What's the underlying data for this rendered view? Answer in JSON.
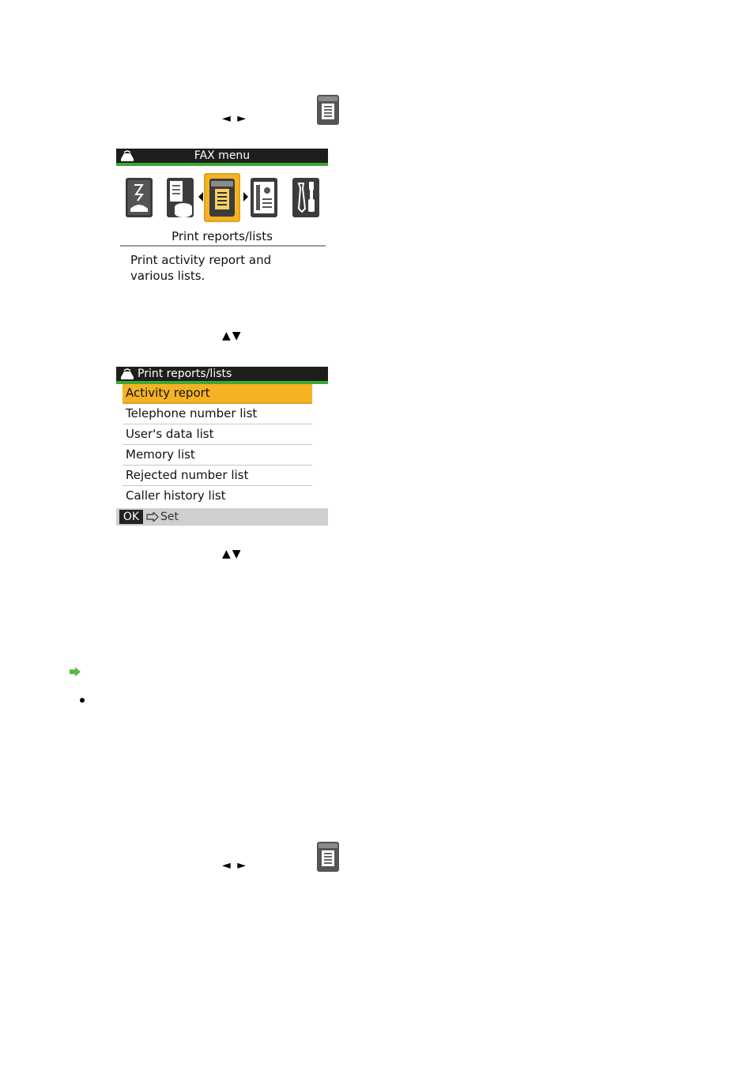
{
  "instructions": {
    "step1_arrows": "◄ ►",
    "step2_arrows": "▲▼",
    "step3_arrows": "▲▼",
    "step4_arrows": "◄ ►"
  },
  "fax_menu_screen": {
    "title": "FAX menu",
    "icons": [
      "hook-dial-icon",
      "memory-icon",
      "print-reports-icon",
      "speed-dial-icon",
      "fax-settings-icon"
    ],
    "selected_index": 2,
    "caption": "Print reports/lists",
    "description": "Print activity report and\nvarious lists."
  },
  "reports_screen": {
    "title": "Print reports/lists",
    "items": [
      "Activity report",
      "Telephone number list",
      "User's data list",
      "Memory list",
      "Rejected number list",
      "Caller history list"
    ],
    "selected_index": 0,
    "footer": {
      "ok_label": "OK",
      "set_label": "Set"
    }
  },
  "colors": {
    "highlight": "#f5b324",
    "title_bar": "#1e1e1e",
    "accent_green": "#3aa935"
  }
}
